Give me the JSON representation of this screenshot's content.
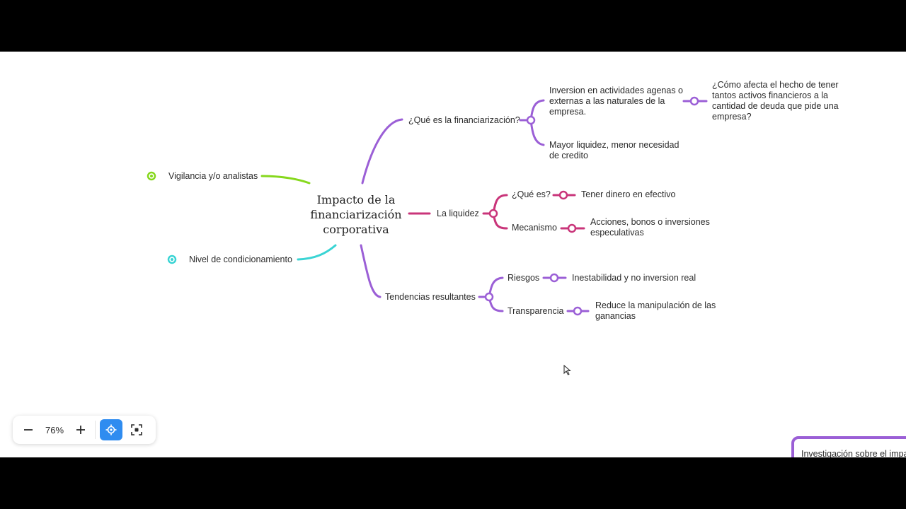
{
  "colors": {
    "purple": "#9b5fd6",
    "magenta": "#c9357a",
    "green": "#86d81d",
    "cyan": "#3ad4d4",
    "accent_blue": "#2f8cf0"
  },
  "mindmap": {
    "central": "Impacto de la financiarización corporativa",
    "left": {
      "vigilancia": "Vigilancia y/o analistas",
      "condicionamiento": "Nivel de condicionamiento"
    },
    "que_es": {
      "label": "¿Qué es la financiarización?",
      "inversion": "Inversion en actividades agenas o externas a las naturales de la empresa.",
      "como_afecta": "¿Cómo afecta el hecho de tener tantos activos financieros a la cantidad de deuda que pide una empresa?",
      "liquidez_mayor": "Mayor liquidez, menor necesidad de credito"
    },
    "liquidez": {
      "label": "La liquidez",
      "que_es": "¿Qué es?",
      "tener_dinero": "Tener dinero en efectivo",
      "mecanismo": "Mecanismo",
      "acciones": "Acciones, bonos o inversiones especulativas"
    },
    "tendencias": {
      "label": "Tendencias resultantes",
      "riesgos": "Riesgos",
      "inestabilidad": "Inestabilidad y no inversion real",
      "transparencia": "Transparencia",
      "reduce": "Reduce la manipulación de las ganancias"
    }
  },
  "toolbar": {
    "zoom": "76%",
    "zoom_out_icon": "minus-icon",
    "zoom_in_icon": "plus-icon",
    "locate_icon": "locate-icon",
    "fit_icon": "fit-screen-icon"
  },
  "side_card": {
    "text": "Investigación sobre el impa"
  }
}
